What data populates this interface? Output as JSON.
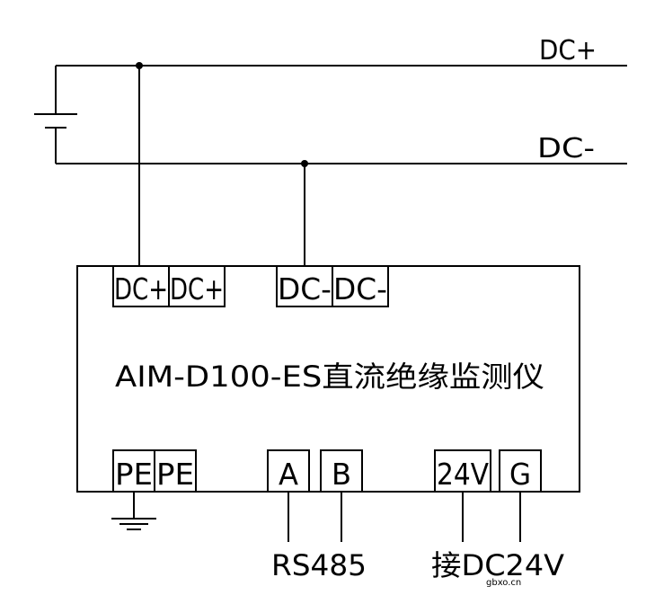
{
  "bus": {
    "positive_label": "DC+",
    "negative_label": "DC-"
  },
  "device": {
    "title": "AIM-D100-ES直流绝缘监测仪",
    "top_terminals": [
      "DC+",
      "DC+",
      "DC-",
      "DC-"
    ],
    "bottom_terminals": [
      "PE",
      "PE",
      "A",
      "B",
      "24V",
      "G"
    ]
  },
  "outputs": {
    "rs485_label": "RS485",
    "power_label": "接DC24V"
  },
  "watermark": "gbxo.cn"
}
